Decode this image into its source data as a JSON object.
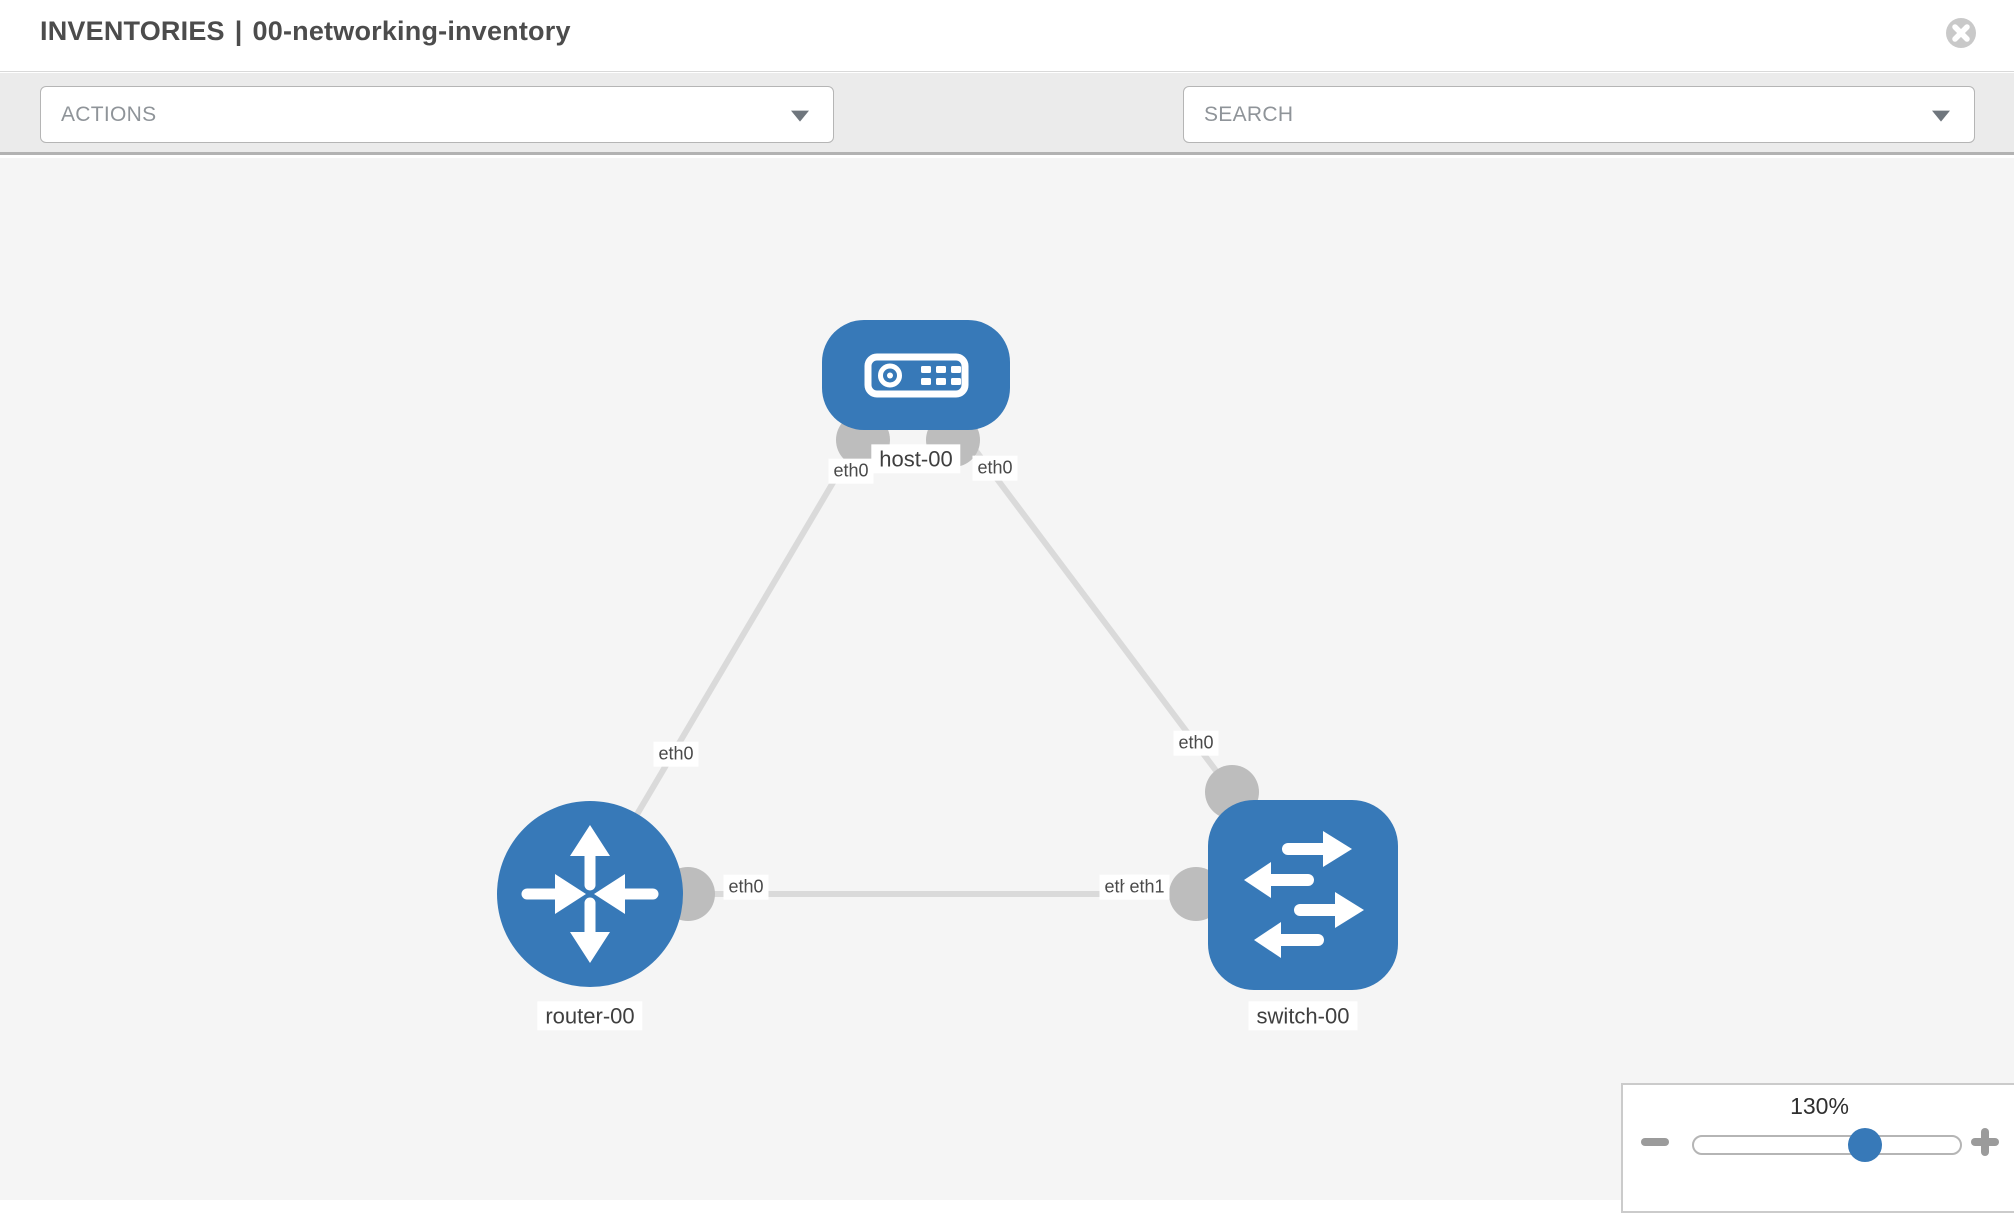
{
  "header": {
    "section_label": "INVENTORIES",
    "separator": "|",
    "inventory_name": "00-networking-inventory",
    "close_icon": "circle-x-icon"
  },
  "toolbar": {
    "actions_dropdown": {
      "label": "ACTIONS",
      "icon": "caret-down-icon"
    },
    "search_dropdown": {
      "label": "SEARCH",
      "icon": "caret-down-icon"
    },
    "tools": [
      {
        "icon": "wrench-icon"
      },
      {
        "icon": "key-icon"
      }
    ]
  },
  "diagram": {
    "nodes": [
      {
        "id": "host-00",
        "label": "host-00",
        "type": "host",
        "icon": "server-icon"
      },
      {
        "id": "router-00",
        "label": "router-00",
        "type": "router",
        "icon": "router-arrows-icon"
      },
      {
        "id": "switch-00",
        "label": "switch-00",
        "type": "switch",
        "icon": "switch-arrows-icon"
      }
    ],
    "links": [
      {
        "from": "host-00",
        "from_label": "eth0",
        "to": "router-00",
        "to_label": "eth0"
      },
      {
        "from": "host-00",
        "from_label": "eth0",
        "to": "switch-00",
        "to_label": "eth0"
      },
      {
        "from": "router-00",
        "from_label": "eth0",
        "to": "switch-00",
        "to_label": "eth1"
      }
    ],
    "interface_chips": [
      {
        "text": "eth0",
        "near": "host-00-bottom-left"
      },
      {
        "text": "eth0",
        "near": "host-00-bottom-right"
      },
      {
        "text": "eth0",
        "near": "router-00-top-link"
      },
      {
        "text": "eth0",
        "near": "switch-00-top-link"
      },
      {
        "text": "eth0",
        "near": "router-00-right"
      },
      {
        "text": "eth0",
        "near": "switch-00-left-back"
      },
      {
        "text": "eth1",
        "near": "switch-00-left-front"
      }
    ],
    "colors": {
      "node_fill": "#3779b8",
      "link": "#dadada",
      "interface_circle": "#bdbdbd",
      "canvas_bg": "#f5f5f5",
      "label_text": "#4a4a4a"
    }
  },
  "zoom_control": {
    "level_text": "130%",
    "percent": 130,
    "minus_icon": "zoom-out-minus-icon",
    "plus_icon": "zoom-in-plus-icon"
  }
}
